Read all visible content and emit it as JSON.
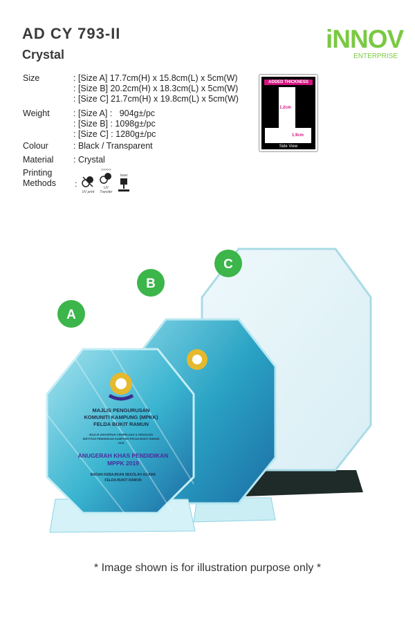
{
  "product": {
    "code": "AD CY 793-II",
    "category": "Crystal"
  },
  "brand": {
    "name": "iNNOV",
    "tagline": "ENTERPRISE",
    "color": "#7ac943"
  },
  "specs": {
    "size": {
      "label": "Size",
      "values": [
        ": [Size A] 17.7cm(H) x 15.8cm(L) x 5cm(W)",
        ": [Size B] 20.2cm(H) x 18.3cm(L) x 5cm(W)",
        ": [Size C] 21.7cm(H) x 19.8cm(L) x 5cm(W)"
      ]
    },
    "weight": {
      "label": "Weight",
      "values": [
        ": [Size A] :   904g±/pc",
        ": [Size B] : 1098g±/pc",
        ": [Size C] : 1280g±/pc"
      ]
    },
    "colour": {
      "label": "Colour",
      "value": ": Black / Transparent"
    },
    "material": {
      "label": "Material",
      "value": ": Crystal"
    },
    "printing": {
      "label1": "Printing",
      "label2": "Methods",
      "colon": ":",
      "methods": [
        {
          "icon": "uv-print-icon",
          "label": "UV print"
        },
        {
          "icon": "uv-transfer-icon",
          "label": "UV Transfer",
          "top": ">>>>>"
        },
        {
          "icon": "laser-icon",
          "label": "laser"
        }
      ]
    }
  },
  "thickness": {
    "title": "ADDED THICKNESS",
    "width": "1.2cm",
    "base": "1.9cm",
    "caption": "Side View"
  },
  "sizes": {
    "a": "A",
    "b": "B",
    "c": "C",
    "color": "#3cb54a"
  },
  "plaque": {
    "org1": "MAJLIS PENGURUSAN",
    "org2": "KOMUNITI KAMPUNG (MPKK)",
    "org3": "FELDA BUKIT RAMUN",
    "event1": "MAJLIS ANUGERAH CEMERLANG & GRADUASI",
    "event2": "INSTITUSI PENDIDIKAN KAMPUNG FELDA BUKIT RAMUN",
    "event3": "2019",
    "award1": "ANUGERAH KHAS PENDIDIKAN",
    "award2": "MPPK 2019",
    "by1": "BADAN KEBAJIKAN SEKOLAH AGAMA",
    "by2": "FELDA BUKIT RAMUN"
  },
  "disclaimer": "* Image shown is for illustration purpose only *"
}
